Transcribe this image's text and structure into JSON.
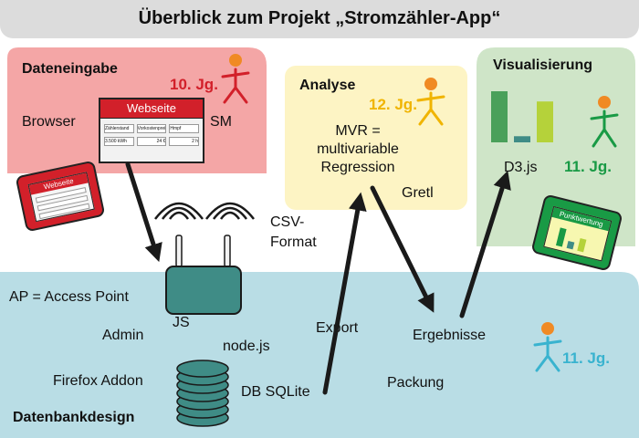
{
  "title": "Überblick zum Projekt „Stromzähler-App“",
  "colors": {
    "data_entry_panel": "#f4a6a6",
    "analysis_panel": "#fdf4c4",
    "visualization_panel": "#cfe5c8",
    "database_panel": "#b9dde5",
    "arrow": "#1a1a1a",
    "jg10": "#d2202a",
    "jg12": "#f0b400",
    "jg11_green": "#199a45",
    "jg11_cyan": "#39b3cf"
  },
  "panels": {
    "data_entry": {
      "title": "Dateneingabe",
      "grade": "10. Jg.",
      "browser_label": "Browser",
      "sm_label": "SM",
      "webpage_header": "Webseite",
      "webpage_table": {
        "headers": [
          "Zählerstand",
          "Vorkostenpreis",
          "Hmpf"
        ],
        "row": [
          "3.500 kWh",
          "24 €",
          "2 h"
        ]
      },
      "tablet_header": "Webseite"
    },
    "analysis": {
      "title": "Analyse",
      "grade": "12. Jg.",
      "text_line1": "MVR =",
      "text_line2": "multivariable",
      "text_line3": "Regression",
      "tool": "Gretl"
    },
    "visualization": {
      "title": "Visualisierung",
      "grade": "11. Jg.",
      "tool": "D3.js",
      "tablet_header": "Punktwertung",
      "bar_chart": {
        "values": [
          1.0,
          0.12,
          0.8
        ],
        "colors": [
          "#4aa05a",
          "#3f8c86",
          "#b5d23a"
        ]
      }
    },
    "database": {
      "title": "Datenbankdesign",
      "grade": "11. Jg.",
      "ap_label": "AP = Access Point",
      "js_label": "JS",
      "admin_label": "Admin",
      "nodejs_label": "node.js",
      "export_label": "Export",
      "firefox_label": "Firefox Addon",
      "db_label": "DB SQLite",
      "results_label": "Ergebnisse",
      "packing_label": "Packung"
    }
  },
  "csv_format_line1": "CSV-",
  "csv_format_line2": "Format"
}
